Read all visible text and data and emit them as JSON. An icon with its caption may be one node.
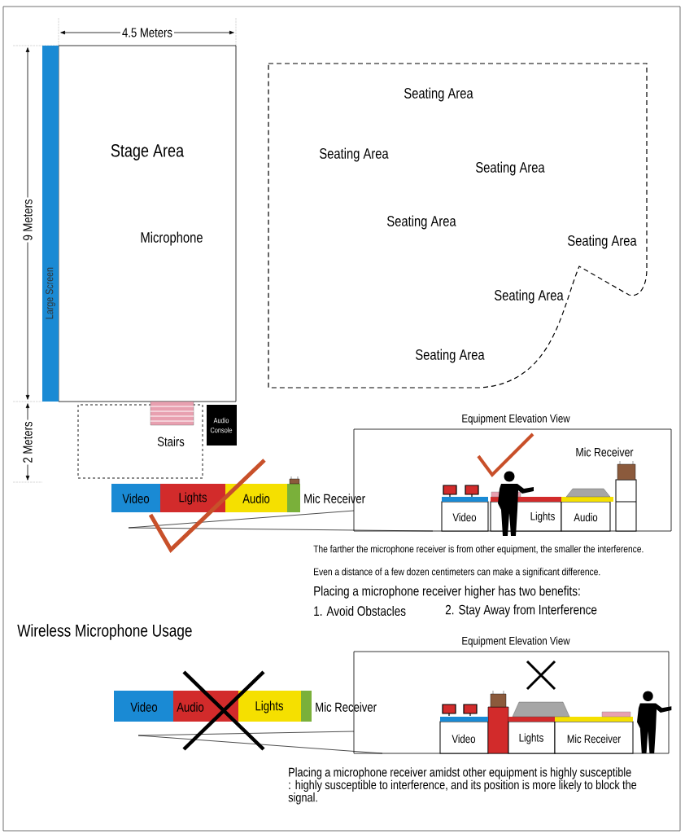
{
  "diagram": {
    "title": "Wireless Microphone Usage",
    "nodes": [
      {
        "text": [
          "Stage Area",
          "Microphone"
        ]
      },
      {
        "text": [
          "Large Screen"
        ]
      },
      {
        "text": [
          "Seating Area",
          "Seating Area",
          "Seating Area",
          "Seating Area",
          "Seating Area",
          "Seating Area",
          "Seating Area"
        ]
      },
      {
        "text": [
          "Stairs"
        ]
      },
      {
        "text": [
          "Audio Console"
        ]
      },
      {
        "text": [
          "Video"
        ]
      },
      {
        "text": [
          "Lights"
        ]
      },
      {
        "text": [
          "Audio"
        ]
      },
      {
        "text": [],
        "shape": "box",
        "beside": [
          "Mic Receiver"
        ]
      },
      {
        "text": [
          "Equipment Elevation View"
        ]
      },
      {
        "text": [
          "Video"
        ],
        "in": 9
      },
      {
        "text": [
          "Lights"
        ],
        "in": 9
      },
      {
        "text": [
          "Audio"
        ],
        "in": 9
      },
      {
        "text": [
          "Mic Receiver"
        ],
        "in": 9
      },
      {
        "text": [
          "Video"
        ]
      },
      {
        "text": [
          "Audio"
        ]
      },
      {
        "text": [
          "Lights"
        ]
      },
      {
        "text": [],
        "shape": "box",
        "beside": [
          "Mic Receiver"
        ]
      },
      {
        "text": [
          "Equipment Elevation View"
        ]
      },
      {
        "text": [
          "Video"
        ],
        "in": 18
      },
      {
        "text": [],
        "shape": "box",
        "in": 18
      },
      {
        "text": [
          "Lights"
        ],
        "in": 18
      },
      {
        "text": [
          "Mic Receiver"
        ],
        "in": 18
      }
    ],
    "labels": [
      "4.5 Meters",
      "9 Meters",
      "2 Meters",
      "The farther the microphone receiver is from other equipment, the smaller the interference.",
      "Even a distance of a few dozen centimeters can make a significant difference.",
      "Placing a microphone receiver higher has two benefits:",
      "1. Avoid Obstacles",
      "2. Stay Away from Interference",
      "Placing a microphone receiver amidst other equipment is highly susceptible : highly susceptible to interference, and its position is more likely to block the signal."
    ]
  }
}
